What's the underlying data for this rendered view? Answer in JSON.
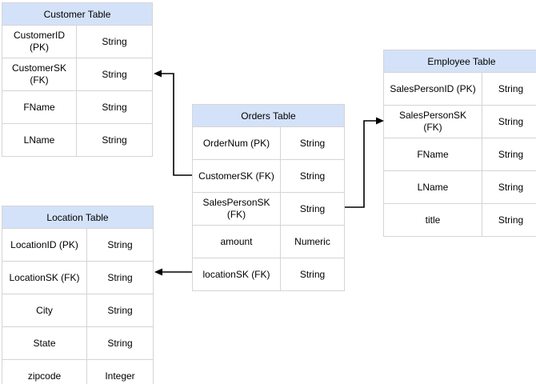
{
  "diagram": {
    "type": "entity-relationship",
    "colors": {
      "header_fill": "#d4e2f9",
      "cell_border": "#d5d5d5",
      "arrow": "#000000",
      "background": "#ffffff",
      "text": "#000000"
    },
    "tables": {
      "customer": {
        "title": "Customer Table",
        "rows": [
          {
            "field": "CustomerID (PK)",
            "type": "String"
          },
          {
            "field": "CustomerSK (FK)",
            "type": "String"
          },
          {
            "field": "FName",
            "type": "String"
          },
          {
            "field": "LName",
            "type": "String"
          }
        ]
      },
      "orders": {
        "title": "Orders Table",
        "rows": [
          {
            "field": "OrderNum (PK)",
            "type": "String"
          },
          {
            "field": "CustomerSK (FK)",
            "type": "String"
          },
          {
            "field": "SalesPersonSK (FK)",
            "type": "String"
          },
          {
            "field": "amount",
            "type": "Numeric"
          },
          {
            "field": "locationSK (FK)",
            "type": "String"
          }
        ]
      },
      "employee": {
        "title": "Employee Table",
        "rows": [
          {
            "field": "SalesPersonID (PK)",
            "type": "String"
          },
          {
            "field": "SalesPersonSK (FK)",
            "type": "String"
          },
          {
            "field": "FName",
            "type": "String"
          },
          {
            "field": "LName",
            "type": "String"
          },
          {
            "field": "title",
            "type": "String"
          }
        ]
      },
      "location": {
        "title": "Location Table",
        "rows": [
          {
            "field": "LocationID (PK)",
            "type": "String"
          },
          {
            "field": "LocationSK (FK)",
            "type": "String"
          },
          {
            "field": "City",
            "type": "String"
          },
          {
            "field": "State",
            "type": "String"
          },
          {
            "field": "zipcode",
            "type": "Integer"
          }
        ]
      }
    },
    "connections": [
      {
        "from": "Orders Table: CustomerSK (FK)",
        "to": "Customer Table: CustomerSK (FK)"
      },
      {
        "from": "Orders Table: SalesPersonSK (FK)",
        "to": "Employee Table: SalesPersonSK (FK)"
      },
      {
        "from": "Orders Table: locationSK (FK)",
        "to": "Location Table: LocationSK (FK)"
      }
    ]
  }
}
